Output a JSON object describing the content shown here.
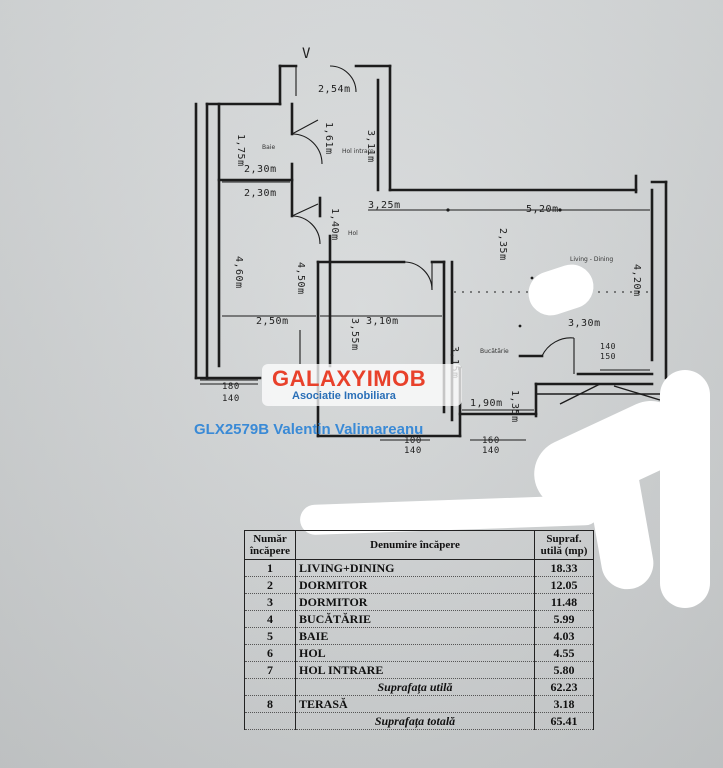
{
  "north_mark": "V",
  "dims": {
    "top_244": "2,54m",
    "vert_hol": "1,61m",
    "vert_311": "3,11m",
    "vert_175": "1,75m",
    "h_230a": "2,30m",
    "h_230b": "2,30m",
    "h_325": "3,25m",
    "h_520": "5,20m",
    "v_140": "1,40m",
    "v_235": "2,35m",
    "v_460": "4,60m",
    "v_450": "4,50m",
    "v_420": "4,20m",
    "h_250": "2,50m",
    "h_310": "3,10m",
    "v_355": "3,55m",
    "h_330": "3,30m",
    "v_315": "3,15m",
    "h_190": "1,90m",
    "v_135": "1,35m",
    "w_180": "180",
    "w_140a": "140",
    "w_100": "100",
    "w_140b": "140",
    "w_160": "160",
    "w_140c": "140",
    "w_140d": "140",
    "w_150": "150"
  },
  "rooms": {
    "baie": "Baie",
    "hol_intrare": "Hol intrare",
    "hol": "Hol",
    "living": "Living - Dining",
    "bucatarie": "Bucătărie"
  },
  "watermark": {
    "brand_left": "GALAXY",
    "brand_right": "IMOB",
    "subtitle": "Asociatie Imobiliara",
    "reference": "GLX2579B Valentin Valimareanu"
  },
  "table": {
    "header": {
      "col1": "Număr încăpere",
      "col2": "Denumire încăpere",
      "col3": "Supraf. utilă (mp)"
    },
    "rows": [
      {
        "num": "1",
        "name": "LIVING+DINING",
        "value": "18.33"
      },
      {
        "num": "2",
        "name": "DORMITOR",
        "value": "12.05"
      },
      {
        "num": "3",
        "name": "DORMITOR",
        "value": "11.48"
      },
      {
        "num": "4",
        "name": "BUCĂTĂRIE",
        "value": "5.99"
      },
      {
        "num": "5",
        "name": "BAIE",
        "value": "4.03"
      },
      {
        "num": "6",
        "name": "HOL",
        "value": "4.55"
      },
      {
        "num": "7",
        "name": "HOL INTRARE",
        "value": "5.80"
      }
    ],
    "subtotal": {
      "label": "Suprafața utilă",
      "value": "62.23"
    },
    "terrace": {
      "num": "8",
      "name": "TERASĂ",
      "value": "3.18"
    },
    "total": {
      "label": "Suprafața totală",
      "value": "65.41"
    }
  }
}
